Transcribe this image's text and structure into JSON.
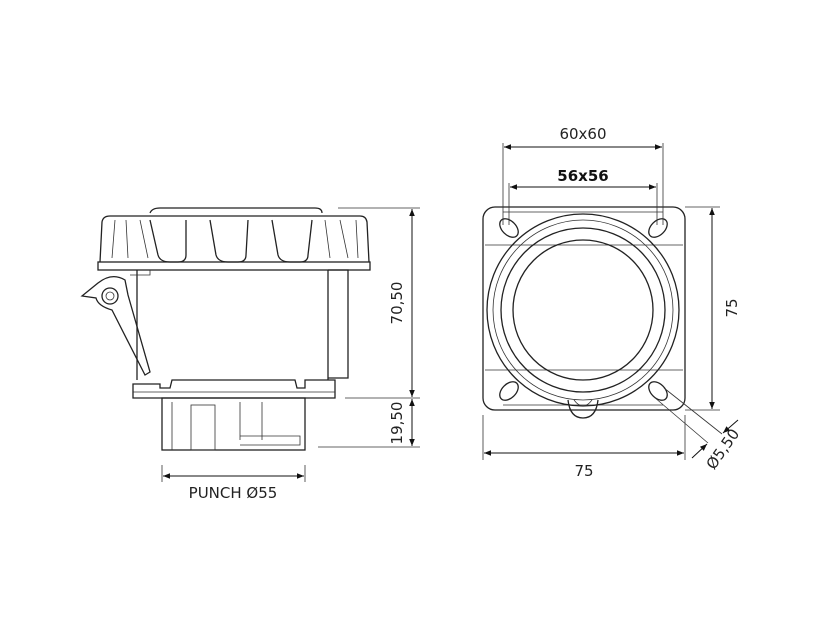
{
  "side_view": {
    "height_main": "70,50",
    "height_base": "19,50",
    "punch": "PUNCH Ø55"
  },
  "front_view": {
    "outer_holes": "60x60",
    "inner_holes": "56x56",
    "height": "75",
    "width": "75",
    "hole_diameter": "Ø5,50"
  }
}
